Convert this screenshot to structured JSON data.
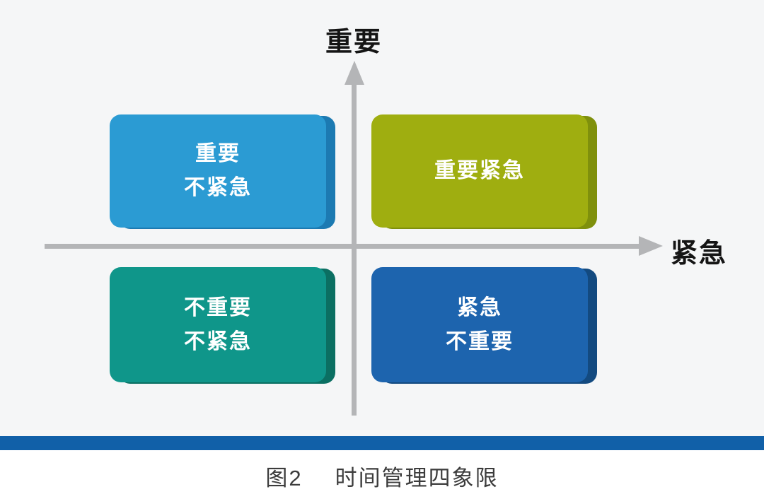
{
  "figure": {
    "axis": {
      "y_label": "重要",
      "x_label": "紧急"
    },
    "quadrants": [
      {
        "id": "important-not-urgent",
        "lines": [
          "重要",
          "不紧急"
        ],
        "color": "#2b9bd3",
        "edge": "#1c7ab2"
      },
      {
        "id": "important-urgent",
        "lines": [
          "重要紧急"
        ],
        "color": "#9fae10",
        "edge": "#7f900c"
      },
      {
        "id": "not-important-not-urgent",
        "lines": [
          "不重要",
          "不紧急"
        ],
        "color": "#0f968a",
        "edge": "#0b6f62"
      },
      {
        "id": "urgent-not-important",
        "lines": [
          "紧急",
          "不重要"
        ],
        "color": "#1d64ae",
        "edge": "#134a80"
      }
    ],
    "caption": {
      "prefix": "图2",
      "title": "时间管理四象限"
    },
    "colors": {
      "background": "#f5f6f7",
      "axis": "#b4b5b7",
      "divider_bar": "#1160a8",
      "caption_text": "#3c3c3c",
      "quadrant_text": "#ffffff",
      "axis_label_text": "#151515"
    }
  }
}
